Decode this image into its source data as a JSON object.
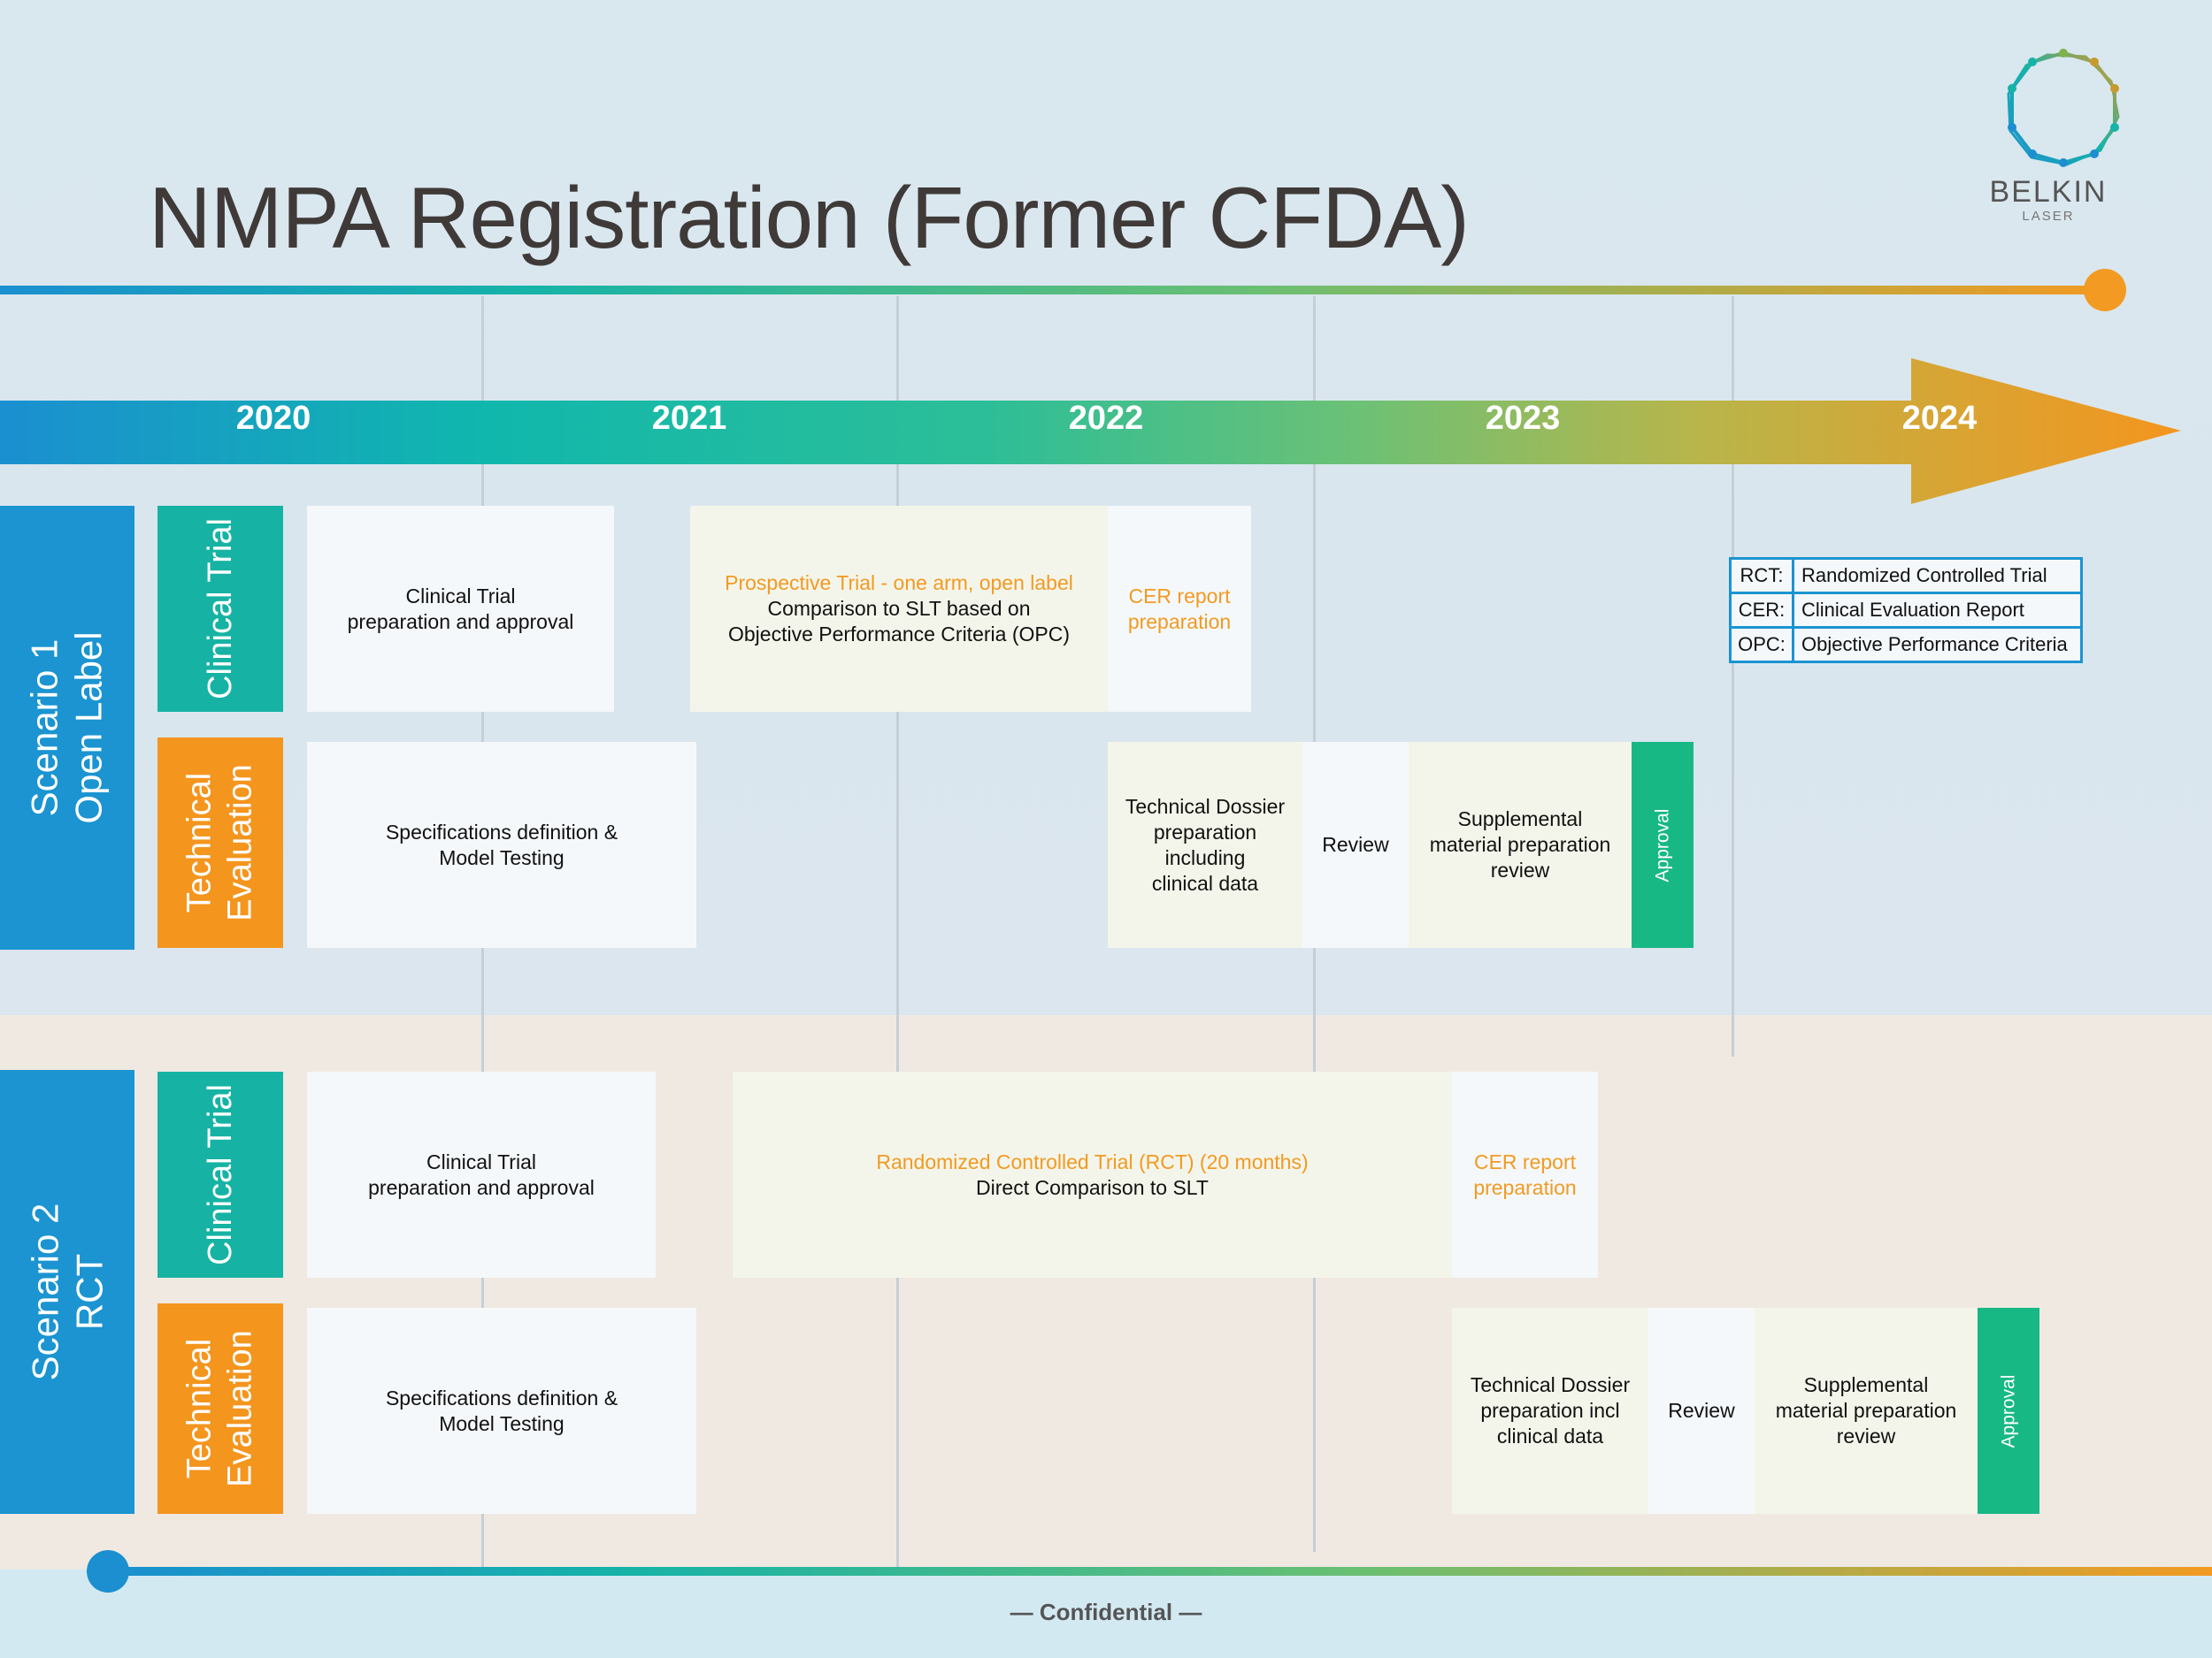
{
  "title": "NMPA Registration (Former CFDA)",
  "logo": {
    "name": "BELKIN",
    "sub": "LASER"
  },
  "years": [
    "2020",
    "2021",
    "2022",
    "2023",
    "2024"
  ],
  "scenarios": [
    {
      "label_line1": "Scenario 1",
      "label_line2": "Open Label",
      "clinical_tag": "Clinical Trial",
      "technical_tag_line1": "Technical",
      "technical_tag_line2": "Evaluation",
      "clinical": {
        "prep_line1": "Clinical Trial",
        "prep_line2": "preparation and approval",
        "trial_line1": "Prospective Trial - one arm, open label",
        "trial_line2": "Comparison to SLT based on",
        "trial_line3": "Objective Performance Criteria (OPC)",
        "cer_line1": "CER report",
        "cer_line2": "preparation"
      },
      "technical": {
        "spec_line1": "Specifications definition &",
        "spec_line2": "Model Testing",
        "dossier_line1": "Technical Dossier",
        "dossier_line2": "preparation",
        "dossier_line3": "including",
        "dossier_line4": "clinical data",
        "review": "Review",
        "supp_line1": "Supplemental",
        "supp_line2": "material preparation",
        "supp_line3": "review",
        "approval": "Approval"
      }
    },
    {
      "label_line1": "Scenario 2",
      "label_line2": "RCT",
      "clinical_tag": "Clinical Trial",
      "technical_tag_line1": "Technical",
      "technical_tag_line2": "Evaluation",
      "clinical": {
        "prep_line1": "Clinical Trial",
        "prep_line2": "preparation and approval",
        "trial_line1": "Randomized Controlled Trial (RCT) (20 months)",
        "trial_line2": "Direct Comparison to SLT",
        "cer_line1": "CER report",
        "cer_line2": "preparation"
      },
      "technical": {
        "spec_line1": "Specifications definition &",
        "spec_line2": "Model Testing",
        "dossier_line1": "Technical Dossier",
        "dossier_line2": "preparation incl",
        "dossier_line3": "clinical data",
        "review": "Review",
        "supp_line1": "Supplemental",
        "supp_line2": "material preparation",
        "supp_line3": "review",
        "approval": "Approval"
      }
    }
  ],
  "legend": [
    {
      "key": "RCT:",
      "value": "Randomized Controlled Trial"
    },
    {
      "key": "CER:",
      "value": "Clinical Evaluation Report"
    },
    {
      "key": "OPC:",
      "value": "Objective Performance Criteria"
    }
  ],
  "footer": "— Confidential —",
  "colors": {
    "blue": "#1b94d1",
    "teal": "#16b3a4",
    "orange": "#f4951e",
    "green": "#18b885"
  }
}
